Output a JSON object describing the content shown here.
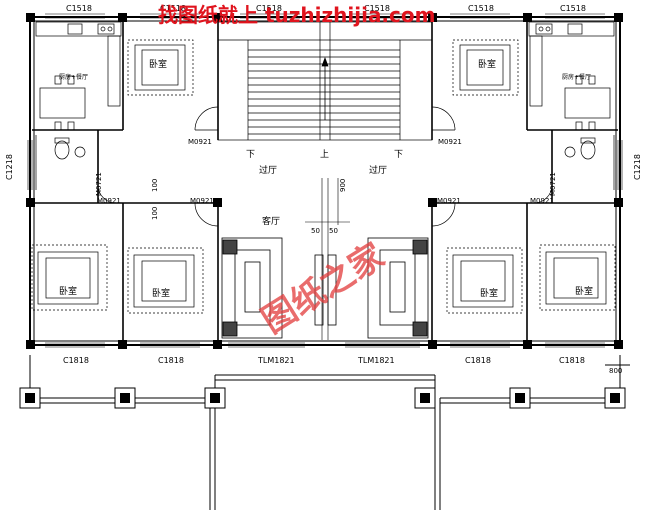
{
  "header": {
    "watermark_text": "找图纸就上 tuzhizhijia.com"
  },
  "stamp_text": "图纸之家",
  "windows": {
    "top": [
      "C1518",
      "C1518",
      "C1518",
      "C1518",
      "C1518",
      "C1518"
    ],
    "bottom": [
      "C1818",
      "C1818",
      "C1818",
      "C1818"
    ],
    "left_side": "C1218",
    "right_side": "C1218",
    "door_bottom": [
      "TLM1821",
      "TLM1821"
    ]
  },
  "doors": {
    "m0921": "M0921",
    "m0721": "M0721"
  },
  "rooms": {
    "bedroom": "卧室",
    "corridor": "过厅",
    "living": "客厅",
    "kitchen_dining": "厨房+餐厅"
  },
  "stairs": {
    "down": "下",
    "up": "上"
  },
  "dimensions": {
    "d100": "100",
    "d900": "900",
    "d50": "50",
    "d800": "800"
  },
  "colors": {
    "wall": "#000000",
    "line": "#000000",
    "watermark": "#e0141e"
  }
}
